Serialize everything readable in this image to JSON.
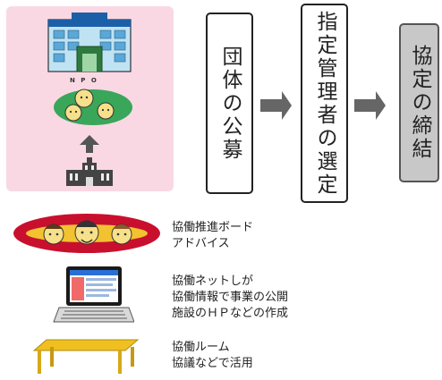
{
  "flow": {
    "step1": "団体の公募",
    "step2": "指定管理者の選定",
    "step3": "協定の締結"
  },
  "npo_label": "N P O",
  "items": [
    {
      "id": "board",
      "lines": [
        "協働推進ボード",
        "アドバイス"
      ]
    },
    {
      "id": "net",
      "lines": [
        "協働ネットしが",
        "協働情報で事業の公開",
        "施設のＨＰなどの作成"
      ]
    },
    {
      "id": "room",
      "lines": [
        "協働ルーム",
        "協議などで活用"
      ]
    }
  ],
  "colors": {
    "panel": "#f9d8e4",
    "npo_oval": "#3aa65a",
    "board_oval": "#c8102e",
    "board_inner": "#f2c230",
    "table": "#f0c020",
    "arrow": "#666666",
    "final_box": "#c8c8c8"
  }
}
